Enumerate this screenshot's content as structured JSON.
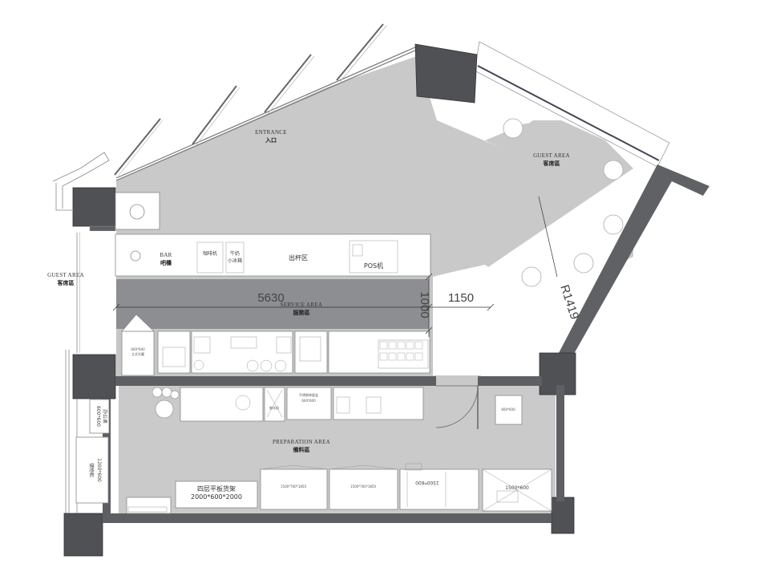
{
  "areas": {
    "entrance": {
      "en": "ENTRANCE",
      "zh": "入口"
    },
    "guest_right": {
      "en": "GUEST AREA",
      "zh": "客席區"
    },
    "guest_left": {
      "en": "GUEST AREA",
      "zh": "客席區"
    },
    "bar": {
      "en": "BAR",
      "zh": "吧檯"
    },
    "service": {
      "en": "SERVICE AREA",
      "zh": "服務區"
    },
    "preparation": {
      "en": "PREPARATION AREA",
      "zh": "備料區"
    }
  },
  "dimensions": {
    "service_length": "5630",
    "gap": "1150",
    "depth": "1000",
    "radius": "R1419"
  },
  "bar_counter": {
    "coffee_machine": "咖啡机",
    "milk_cooler_1": "牛奶",
    "milk_cooler_2": "小冰箱",
    "pickup": "出杯区",
    "pos": "POS机"
  },
  "equipment": {
    "left_cabinet_1": "600*600",
    "left_cabinet_2": "立式冷藏",
    "shelf_1": "四层平板货架",
    "shelf_2": "2000*600*2000",
    "cabinet_a": "1200*600",
    "cabinet_b": "储物柜",
    "cabinet_c": "办公桌",
    "cabinet_d": "600*600",
    "fridge_a": "1500*760*1850",
    "fridge_b": "1500*760*1850",
    "fridge_c": "1500*600",
    "fridge_d": "1500*600",
    "sink": "不锈钢单星盆",
    "sink_size": "600*600",
    "ice": "制冰机",
    "table_small": "600*600"
  }
}
